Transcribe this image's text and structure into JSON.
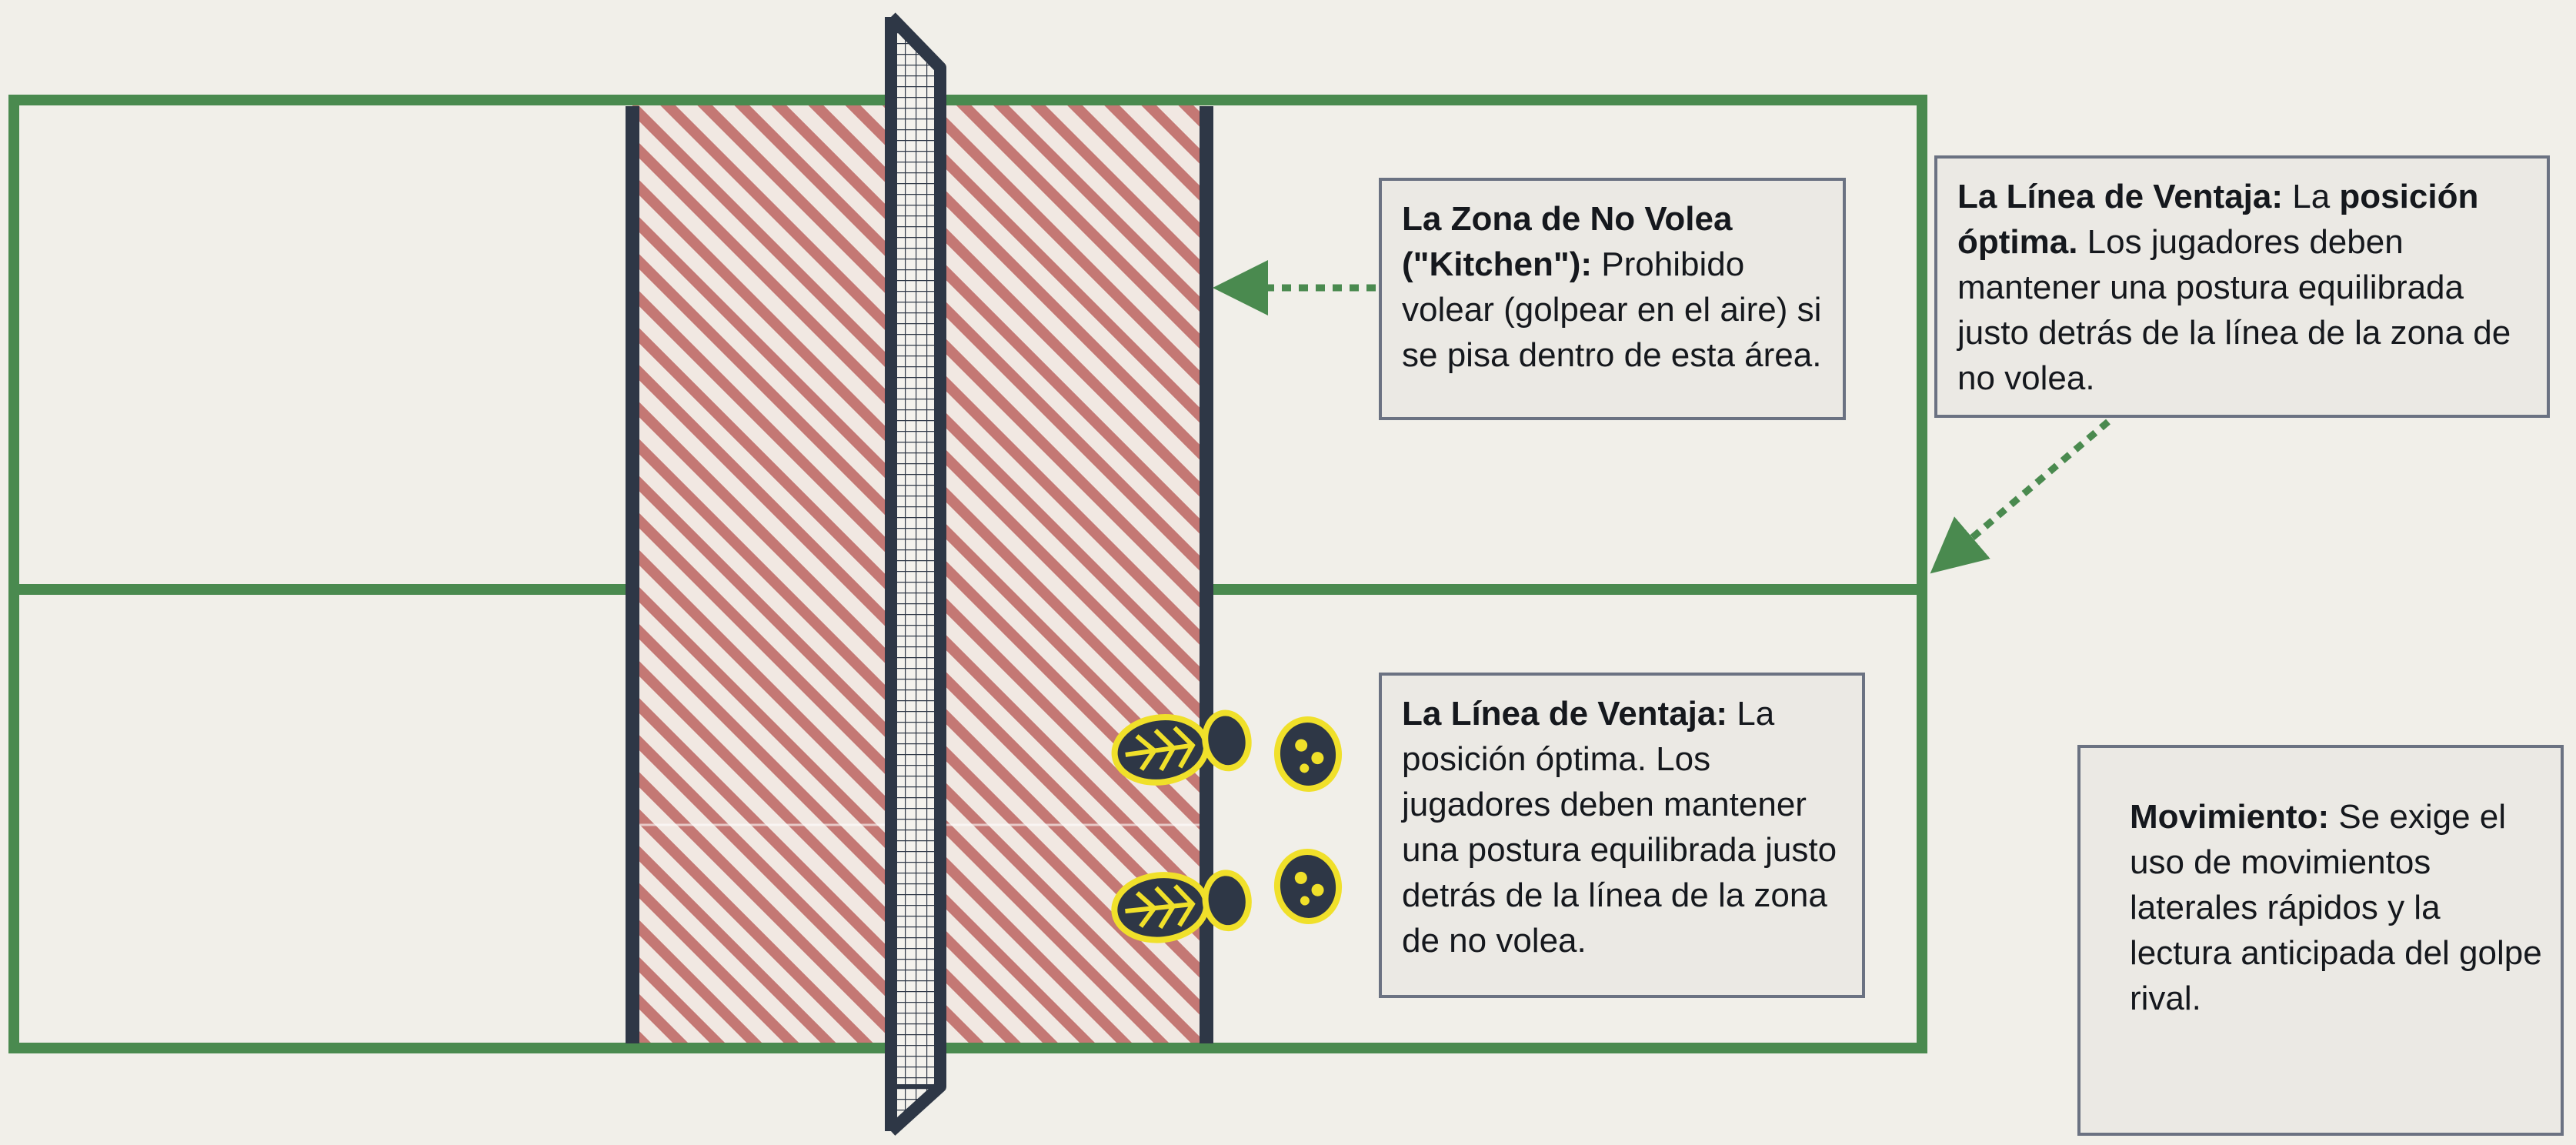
{
  "colors": {
    "background": "#f1efe9",
    "court_line": "#4a8a4f",
    "kitchen_line": "#2e3746",
    "kitchen_stripe": "#c47874",
    "net_frame": "#2e3746",
    "footprint_outline": "#f0e02a",
    "footprint_fill": "#2e3746",
    "arrow": "#4a8a4f",
    "callout_border": "#6b7282"
  },
  "icons": {
    "footprints": "footprints-icon",
    "net": "net-icon",
    "arrows": "dotted-arrow-icon"
  },
  "callouts": {
    "kitchen": {
      "bold": "La Zona de No Volea (\"Kitchen\"):",
      "text": " Prohibido volear (golpear en el aire) si se pisa dentro de esta área."
    },
    "advantage_top": {
      "bold1": "La Línea de Ventaja:",
      "text1": " La ",
      "bold2": "posición óptima.",
      "text2": " Los jugadores deben mantener una postura equilibrada justo detrás de la línea de la zona de no volea."
    },
    "advantage_low": {
      "bold": "La Línea de Ventaja:",
      "text": " La posición óptima. Los jugadores deben mantener una postura equilibrada justo detrás de la línea de la zona de no volea."
    },
    "movement": {
      "bold": "Movimiento:",
      "text": " Se exige el uso de movimientos laterales rápidos y la lectura anticipada del golpe rival."
    }
  }
}
